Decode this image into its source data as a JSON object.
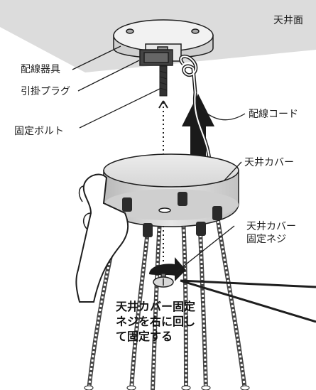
{
  "labels": {
    "ceiling": "天井面",
    "wiring_fixture": "配線器具",
    "hook_plug": "引掛プラグ",
    "fixing_bolt": "固定ボルト",
    "wiring_cord": "配線コード",
    "ceiling_cover": "天井カバー",
    "cover_screw_line1": "天井カバー",
    "cover_screw_line2": "固定ネジ"
  },
  "instruction": {
    "line1": "天井カバー固定",
    "line2": "ネジを右に回し",
    "line3": "て固定する"
  },
  "colors": {
    "ceiling": "#dcdcdc",
    "line": "#1e1e1e",
    "arrow": "#1a1a1a",
    "cover": "#e0e0e0"
  }
}
